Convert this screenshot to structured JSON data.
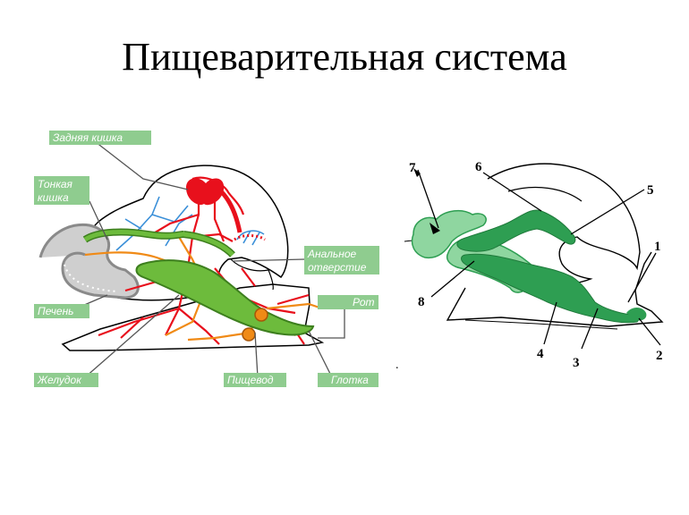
{
  "title": "Пищеварительная система",
  "left_diagram": {
    "labels": {
      "hindgut": "Задняя кишка",
      "small_intestine_1": "Тонкая",
      "small_intestine_2": "кишка",
      "anal_opening_1": "Анальное",
      "anal_opening_2": "отверстие",
      "liver": "Печень",
      "mouth": "Рот",
      "stomach": "Желудок",
      "esophagus": "Пищевод",
      "pharynx": "Глотка"
    },
    "colors": {
      "label_bg": "#8fcc8f",
      "gut": "#6dbb3c",
      "blood": "#e8101c",
      "nerve": "#f08a16",
      "liver": "#c9c9c9",
      "veins": "#3a8fd8"
    }
  },
  "right_diagram": {
    "numbers": [
      "1",
      "2",
      "3",
      "4",
      "5",
      "6",
      "7",
      "8"
    ],
    "colors": {
      "light_green": "#8fd6a0",
      "dark_green": "#2e9e52"
    }
  },
  "stray_mark": "."
}
